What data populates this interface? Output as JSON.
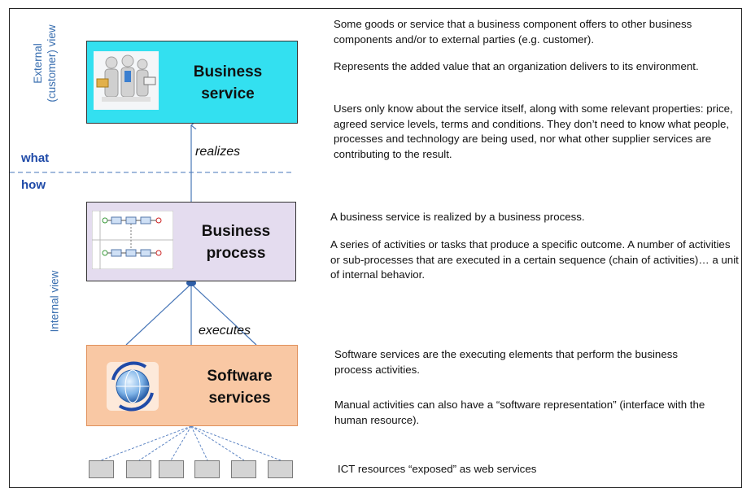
{
  "left_labels": {
    "external_view": "External (customer) view",
    "internal_view": "Internal view",
    "what": "what",
    "how": "how"
  },
  "boxes": {
    "business_service": "Business service",
    "business_process": "Business process",
    "software_services": "Software services"
  },
  "relations": {
    "realizes": "realizes",
    "executes": "executes"
  },
  "descriptions": {
    "business_service": [
      "Some goods or service that a business component offers to other business components and/or to external parties (e.g. customer).",
      "Represents the added value that an organization delivers to its environment.",
      "Users only know about the service itself, along with some relevant properties: price, agreed service levels, terms and conditions. They don’t need to know what people, processes and technology are being used, nor what other supplier services are contributing to the result."
    ],
    "business_process": [
      "A business service is realized by a business process.",
      "A series of activities or tasks that produce a specific outcome. A number of activities or sub-processes that are executed in a certain sequence (chain of activities)… a unit of internal behavior."
    ],
    "software_services": [
      "Software services are the executing elements that perform the business process activities.",
      "Manual activities can also have a “software representation” (interface with the human resource)."
    ],
    "ict_resources": "ICT resources “exposed” as web services"
  },
  "colors": {
    "business_service_fill": "#33e0f0",
    "business_process_fill": "#e4dcef",
    "software_services_fill": "#f9c8a4",
    "label_blue": "#3a6fb0",
    "keyword_blue": "#1f4aa8",
    "dashed_line": "#6a90c8"
  },
  "icons": {
    "business_service": "business-people-icon",
    "business_process": "process-diagram-icon",
    "software_services": "globe-refresh-icon",
    "ict_resource": "resource-block-icon"
  }
}
